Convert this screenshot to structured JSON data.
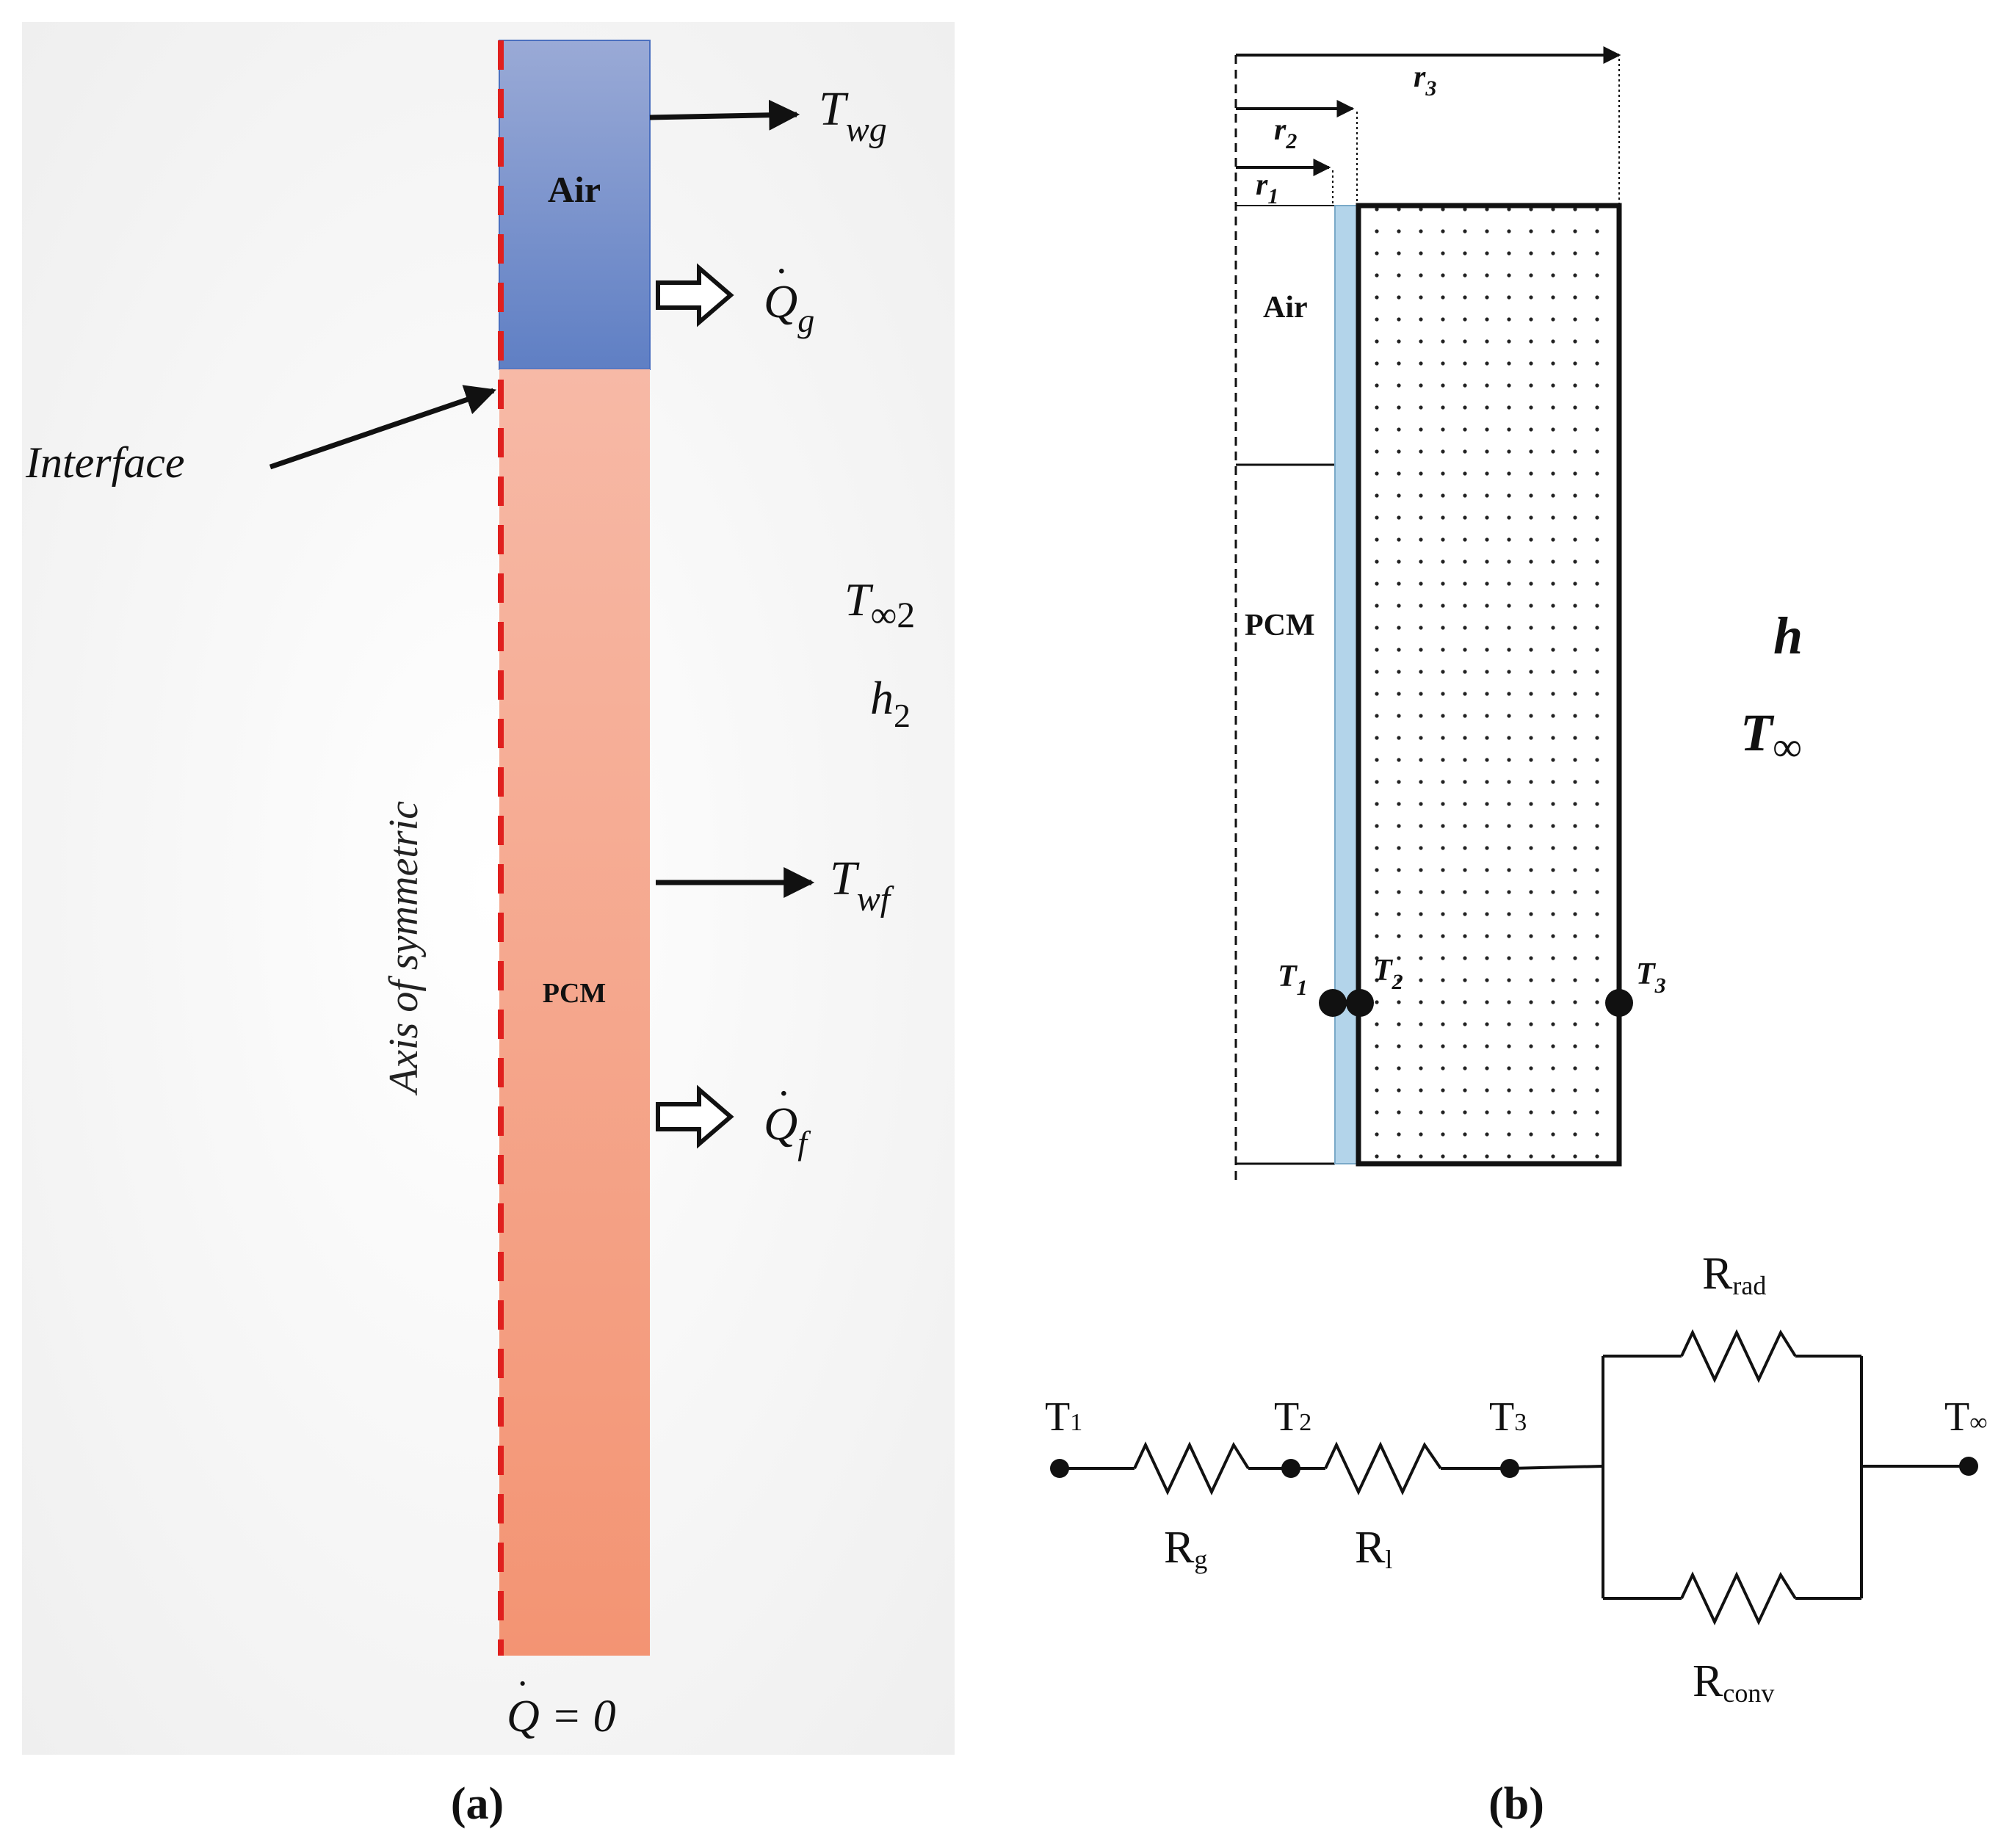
{
  "panel_a": {
    "caption": "(a)",
    "labels": {
      "air": "Air",
      "pcm": "PCM",
      "interface": "Interface",
      "axis": "Axis of symmetric",
      "twg_main": "T",
      "twg_sub": "wg",
      "qg_main": "Q",
      "qg_sub": "g",
      "tinf2_main": "T",
      "tinf2_sub": "∞2",
      "h2_main": "h",
      "h2_sub": "2",
      "twf_main": "T",
      "twf_sub": "wf",
      "qf_main": "Q",
      "qf_sub": "f",
      "qzero": "Q = 0"
    },
    "colors": {
      "air_top": "#9aaad6",
      "air_bottom": "#5f7fc4",
      "pcm_top": "#f7b9a6",
      "pcm_bottom": "#f39473",
      "axis_dash": "#e0201e",
      "background": "#f3f3f3"
    }
  },
  "panel_b": {
    "caption": "(b)",
    "labels": {
      "air": "Air",
      "pcm": "PCM",
      "h": "h",
      "tinf_main": "T",
      "tinf_sub": "∞",
      "r1_main": "r",
      "r1_sub": "1",
      "r2_main": "r",
      "r2_sub": "2",
      "r3_main": "r",
      "r3_sub": "3",
      "t1_main": "T",
      "t1_sub": "1",
      "t2_main": "T",
      "t2_sub": "2",
      "t3_main": "T",
      "t3_sub": "3"
    },
    "colors": {
      "glass": "#b3d4ea"
    }
  },
  "circuit": {
    "nodes": [
      {
        "main": "T",
        "sub": "1"
      },
      {
        "main": "T",
        "sub": "2"
      },
      {
        "main": "T",
        "sub": "3"
      },
      {
        "main": "T",
        "sub": "∞"
      }
    ],
    "resistors": {
      "rg": {
        "main": "R",
        "sub": "g"
      },
      "rl": {
        "main": "R",
        "sub": "l"
      },
      "rrad": {
        "main": "R",
        "sub": "rad"
      },
      "rconv": {
        "main": "R",
        "sub": "conv"
      }
    }
  }
}
